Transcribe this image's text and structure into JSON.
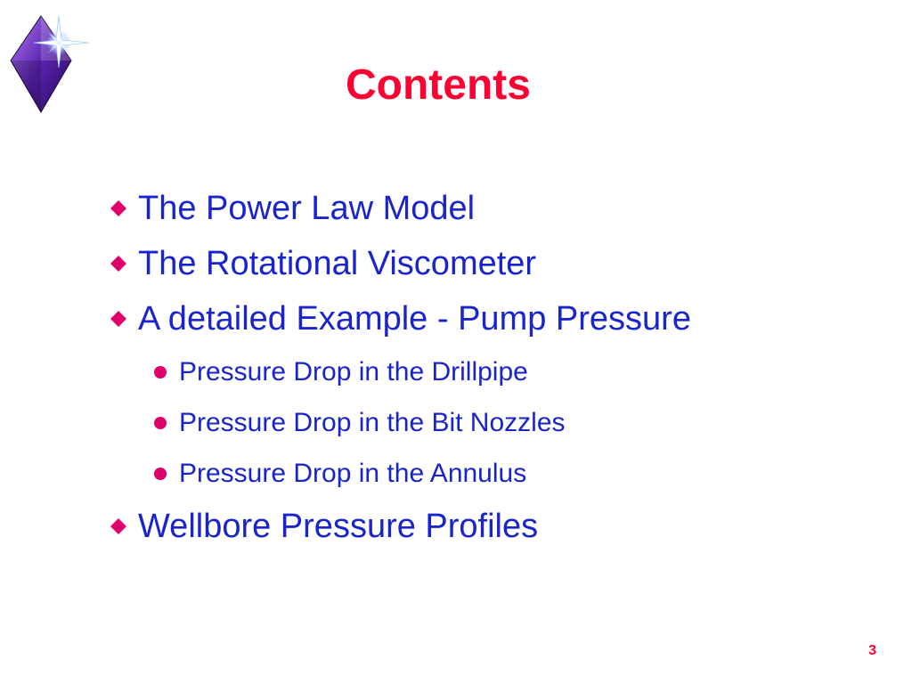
{
  "slide": {
    "title": "Contents",
    "page_number": "3",
    "items": [
      {
        "level": 1,
        "text": "The Power Law Model"
      },
      {
        "level": 1,
        "text": "The Rotational Viscometer"
      },
      {
        "level": 1,
        "text": "A detailed Example - Pump Pressure"
      },
      {
        "level": 2,
        "text": "Pressure Drop in the Drillpipe"
      },
      {
        "level": 2,
        "text": "Pressure Drop in the Bit Nozzles"
      },
      {
        "level": 2,
        "text": "Pressure Drop in the Annulus"
      },
      {
        "level": 1,
        "text": "Wellbore Pressure Profiles"
      }
    ]
  },
  "icons": {
    "logo": "diamond-star-icon",
    "level1_bullet": "diamond-bullet-icon",
    "level2_bullet": "dot-bullet-icon"
  },
  "colors": {
    "title": "#ff0033",
    "body_text": "#1a24cc",
    "bullet": "#e0006a",
    "logo_diamond": "#4a1a99"
  }
}
